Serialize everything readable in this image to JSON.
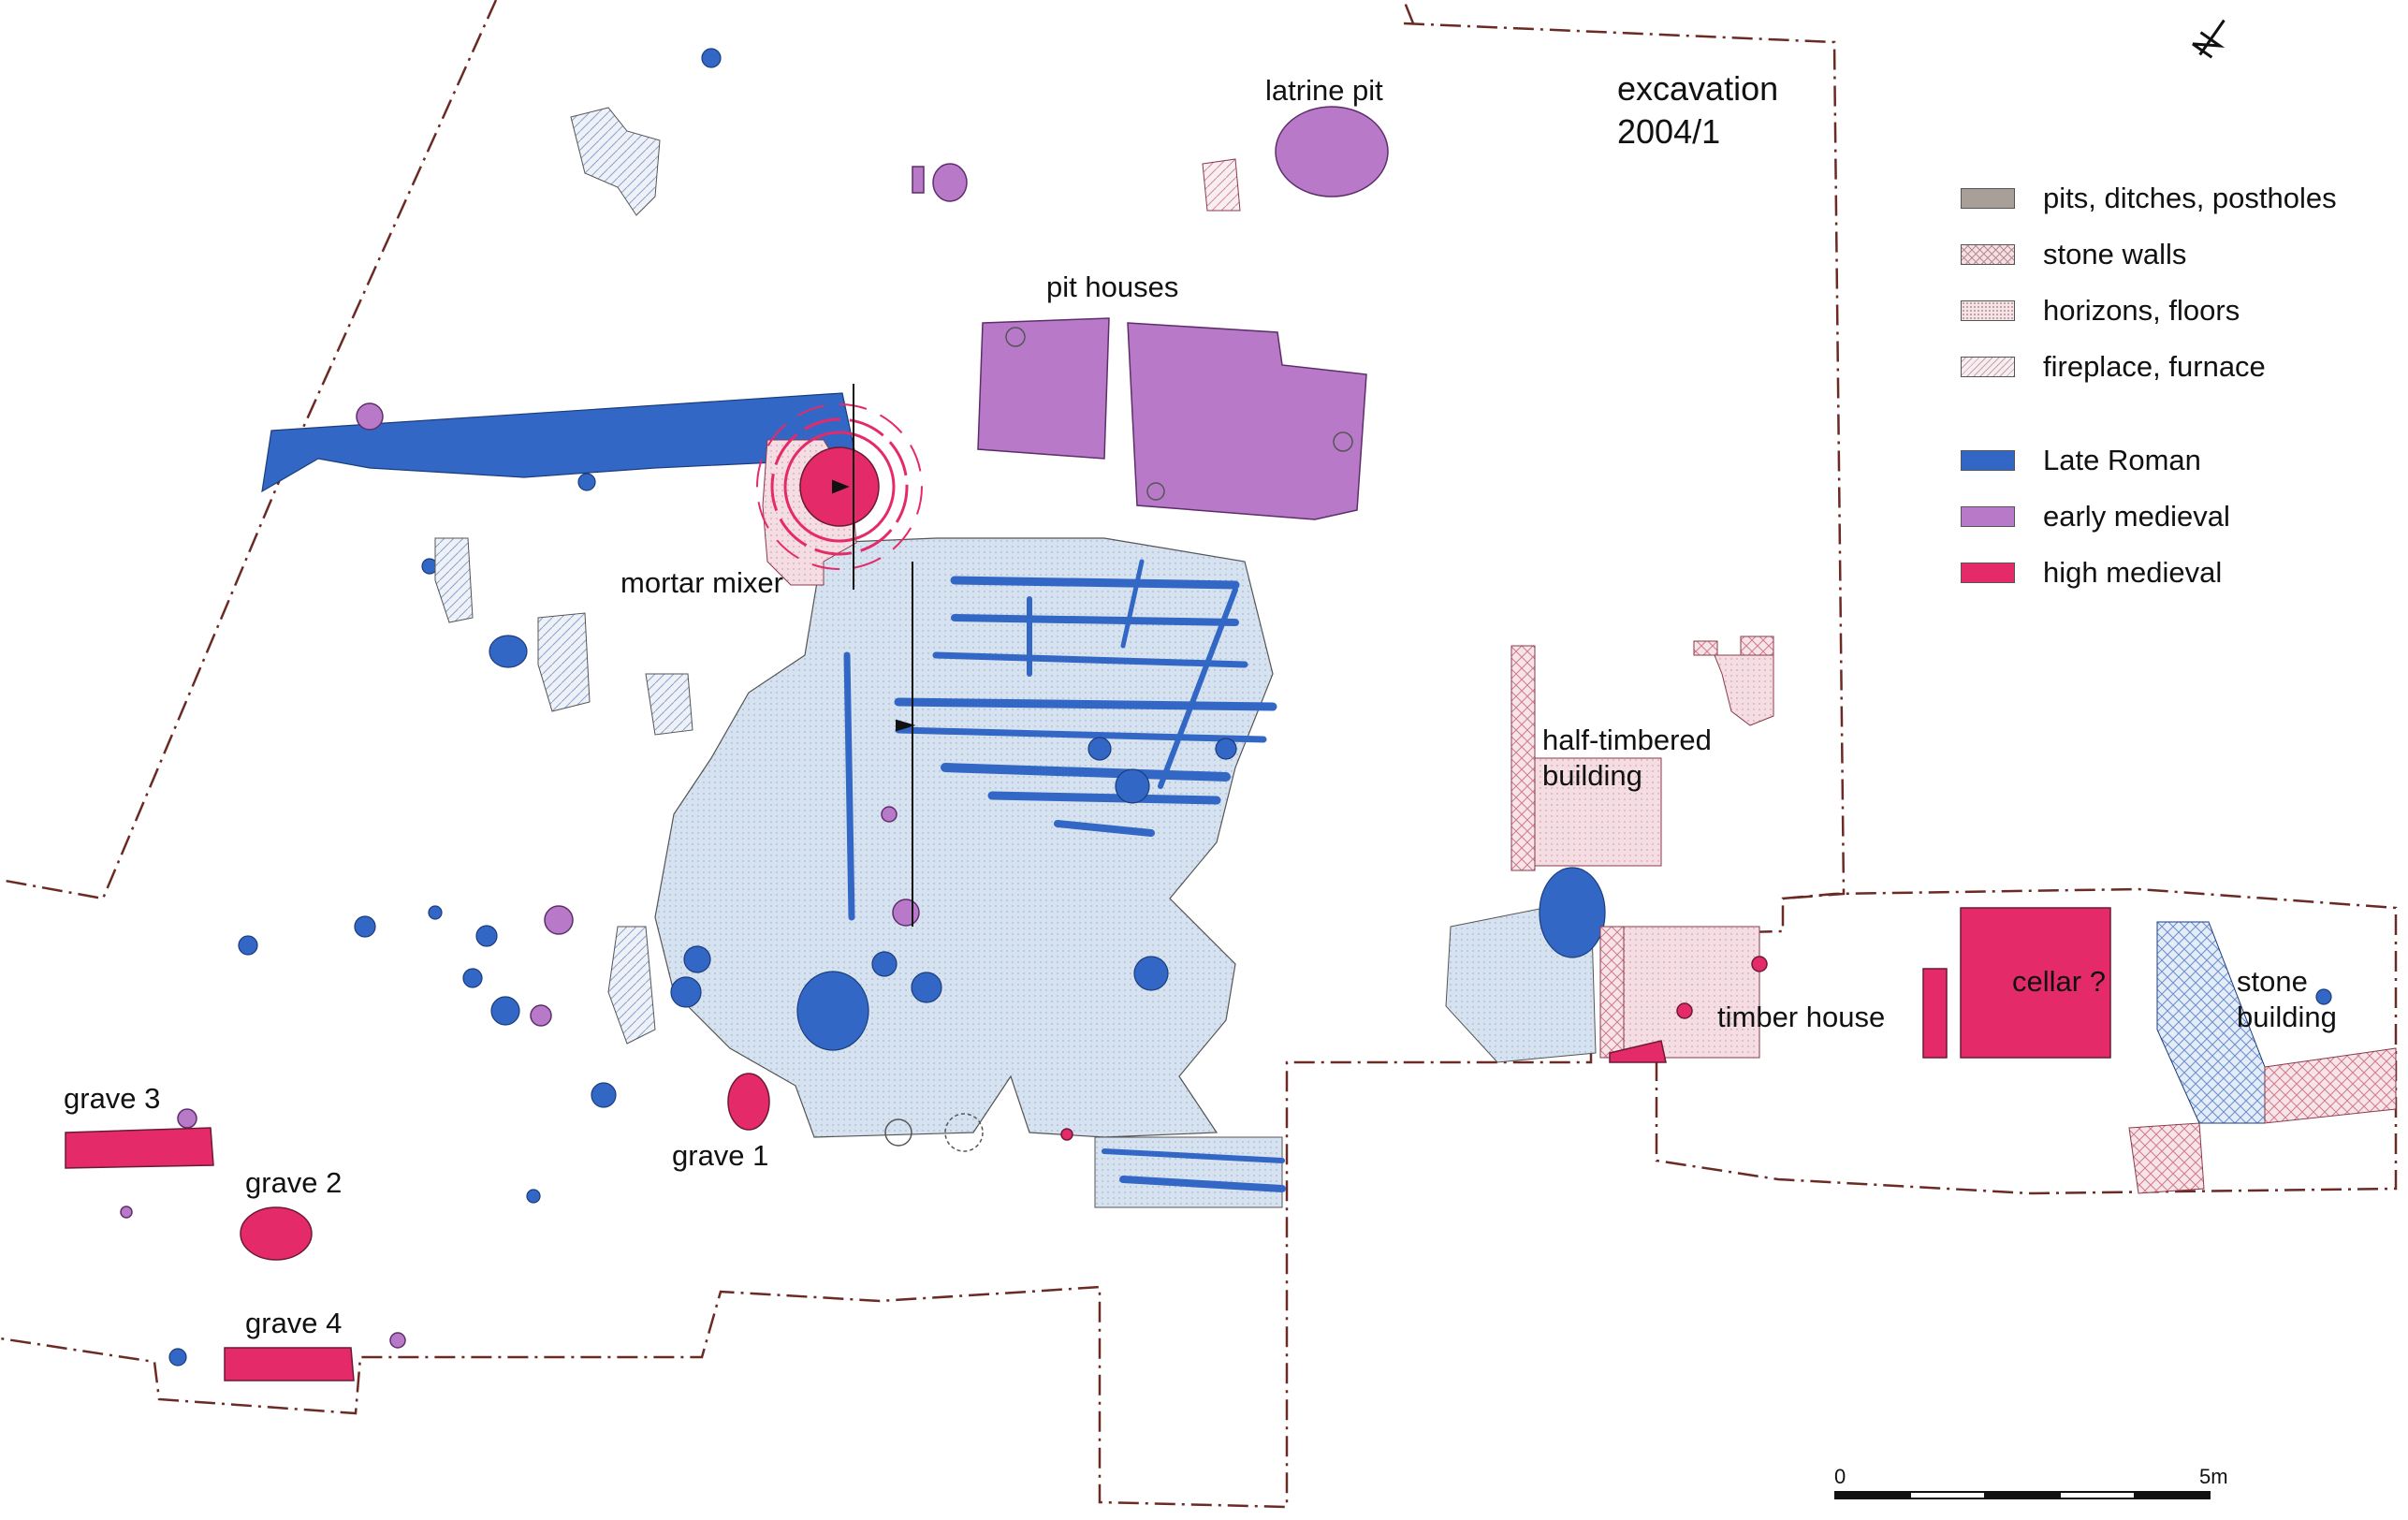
{
  "map": {
    "excavation_label": "excavation",
    "excavation_year": "2004/1",
    "labels": {
      "latrine_pit": "latrine pit",
      "pit_houses": "pit houses",
      "mortar_mixer": "mortar mixer",
      "half_timbered_1": "half-timbered",
      "half_timbered_2": "building",
      "timber_house": "timber house",
      "cellar": "cellar ?",
      "stone_building_1": "stone",
      "stone_building_2": "building",
      "grave_1": "grave 1",
      "grave_2": "grave 2",
      "grave_3": "grave 3",
      "grave_4": "grave 4"
    }
  },
  "legend": {
    "pattern_items": [
      {
        "label": "pits, ditches, postholes",
        "swatch_color": "#a89f99"
      },
      {
        "label": "stone walls",
        "swatch_color": "#f2e0e3"
      },
      {
        "label": "horizons, floors",
        "swatch_color": "#f3e4e6"
      },
      {
        "label": "fireplace, furnace",
        "swatch_color": "#f6eef0"
      }
    ],
    "period_items": [
      {
        "label": "Late Roman",
        "swatch_color": "#3367c6"
      },
      {
        "label": "early medieval",
        "swatch_color": "#b879c9"
      },
      {
        "label": "high medieval",
        "swatch_color": "#e52a6a"
      }
    ]
  },
  "scale": {
    "start_label": "0",
    "end_label": "5m"
  },
  "colors": {
    "late_roman": "#3367c6",
    "early_medieval": "#b879c9",
    "high_medieval": "#e52a6a",
    "floor_blue": "#d6e2ef",
    "floor_pink": "#f3dce2",
    "boundary": "#6b2a24"
  }
}
